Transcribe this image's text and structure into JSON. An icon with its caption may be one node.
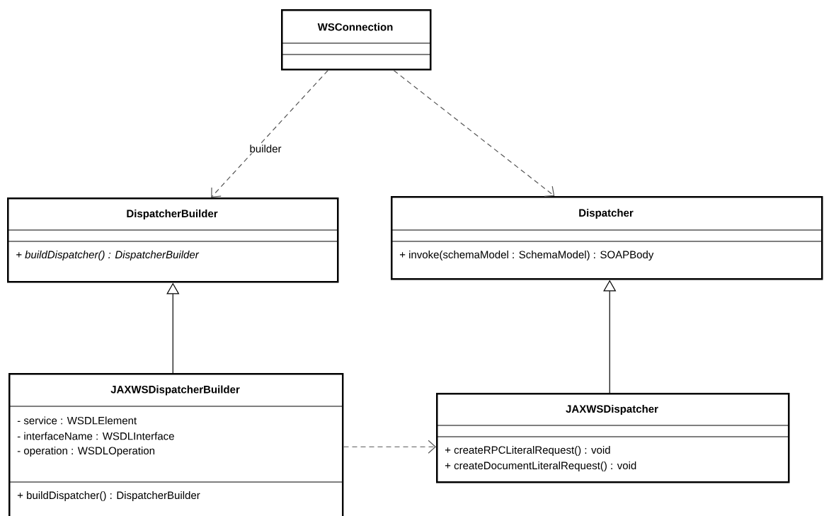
{
  "diagram": {
    "nodes": [
      {
        "text": [
          "WSConnection"
        ]
      },
      {
        "text": [
          "DispatcherBuilder",
          "+ buildDispatcher() : DispatcherBuilder"
        ]
      },
      {
        "text": [
          "Dispatcher",
          "+ invoke(schemaModel : SchemaModel) : SOAPBody"
        ]
      },
      {
        "text": [
          "JAXWSDispatcherBuilder",
          "- service : WSDLElement",
          "- interfaceName : WSDLInterface",
          "- operation : WSDLOperation",
          "+ buildDispatcher() : DispatcherBuilder"
        ]
      },
      {
        "text": [
          "JAXWSDispatcher",
          "+ createRPCLiteralRequest() : void",
          "+ createDocumentLiteralRequest() : void"
        ]
      }
    ],
    "edges": [
      {
        "from": 0,
        "to": 1,
        "arrow": "to",
        "style": "dashed",
        "label": "builder"
      },
      {
        "from": 0,
        "to": 2,
        "arrow": "to",
        "style": "dashed"
      },
      {
        "from": 3,
        "to": 1,
        "arrow": "to"
      },
      {
        "from": 4,
        "to": 2,
        "arrow": "to"
      },
      {
        "from": 3,
        "to": 4,
        "arrow": "to",
        "style": "dashed"
      }
    ]
  }
}
